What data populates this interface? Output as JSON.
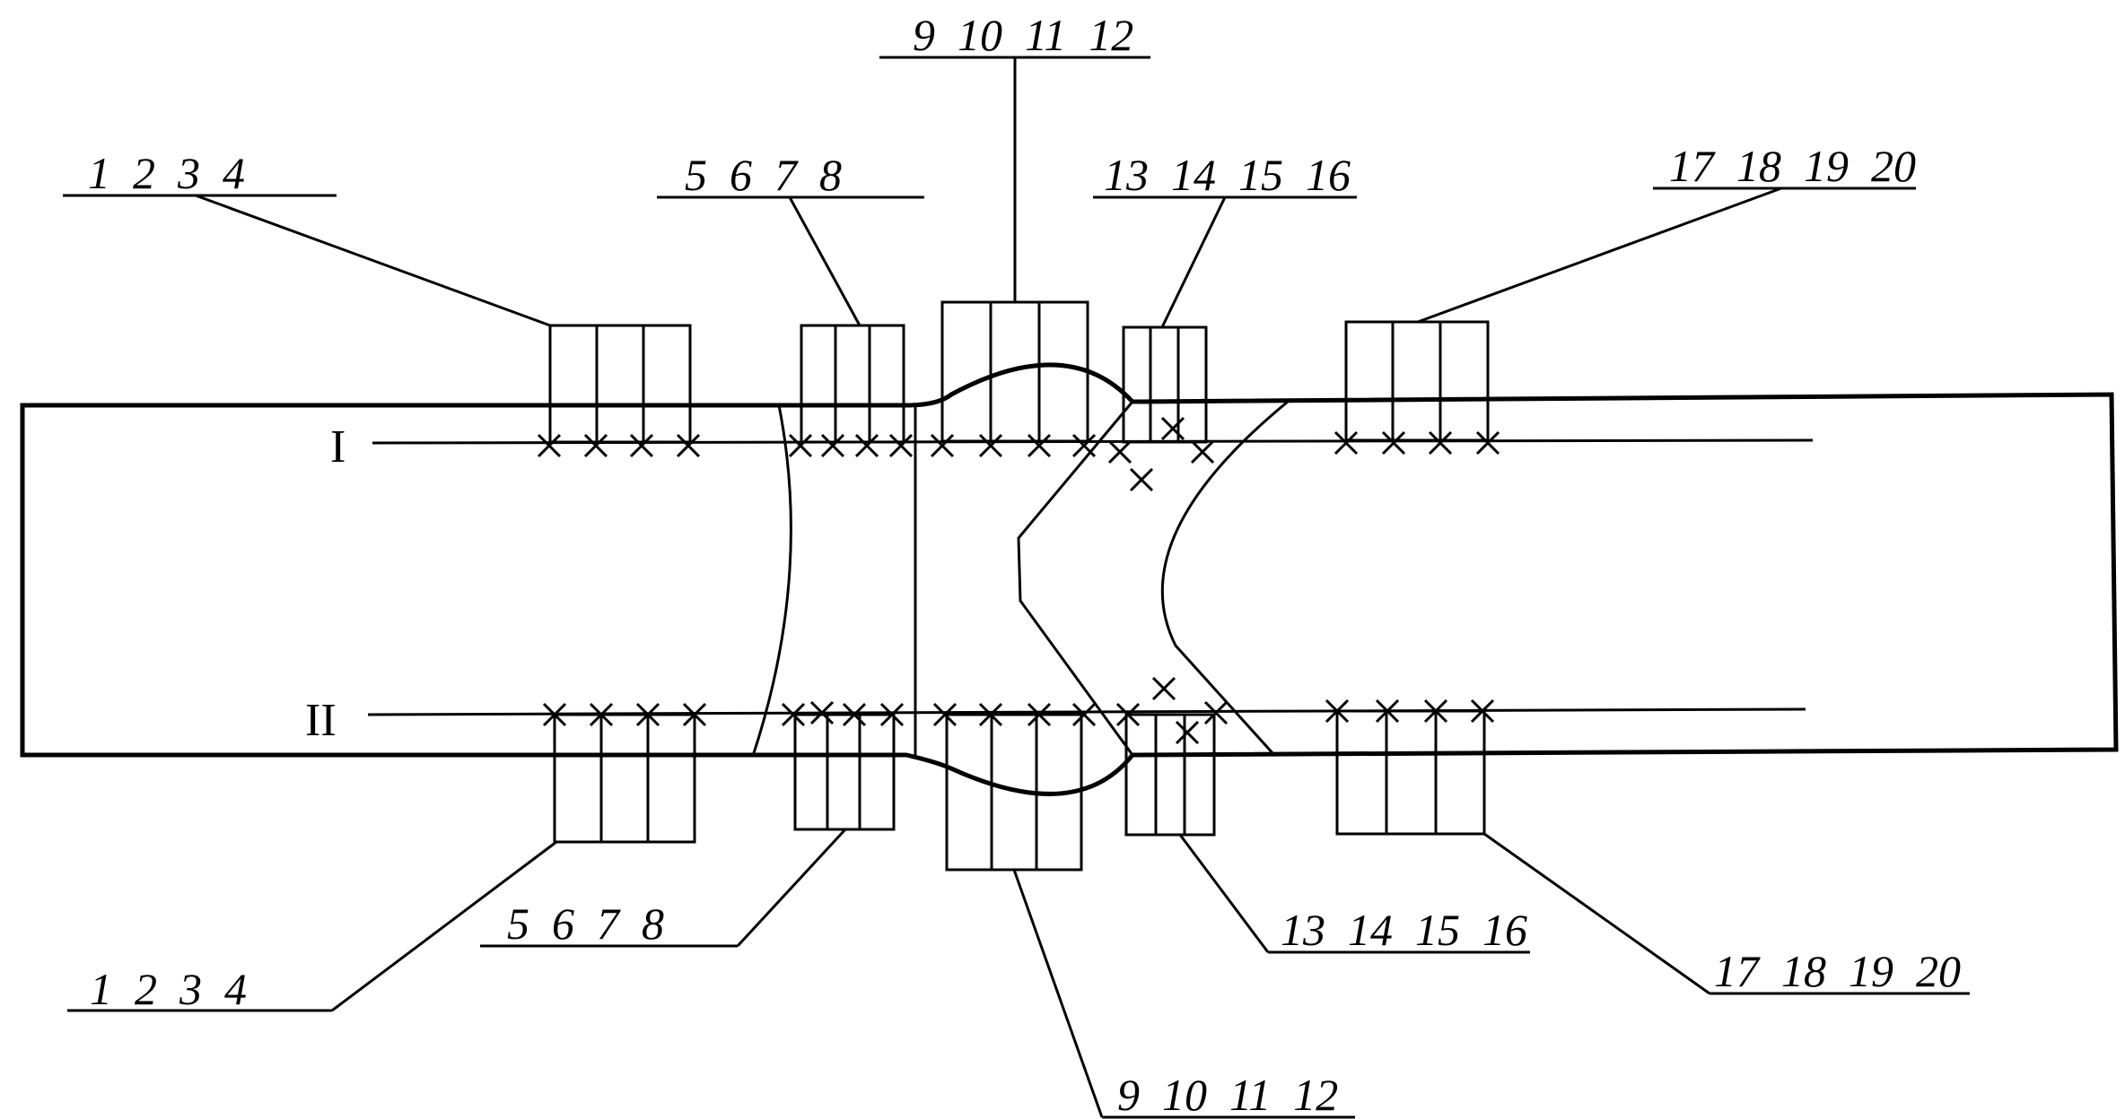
{
  "figure": {
    "lines": [
      {
        "id": "line-I",
        "label": "I"
      },
      {
        "id": "line-II",
        "label": "II"
      }
    ],
    "top_labels": [
      {
        "id": "group-1-4",
        "text": "1  2  3  4"
      },
      {
        "id": "group-5-8",
        "text": "5  6  7  8"
      },
      {
        "id": "group-9-12",
        "text": "9  10  11  12"
      },
      {
        "id": "group-13-16",
        "text": "13  14  15  16"
      },
      {
        "id": "group-17-20",
        "text": "17  18  19  20"
      }
    ],
    "bottom_labels": [
      {
        "id": "group-1-4",
        "text": "1  2  3  4"
      },
      {
        "id": "group-5-8",
        "text": "5  6  7  8"
      },
      {
        "id": "group-9-12",
        "text": "9  10  11  12"
      },
      {
        "id": "group-13-16",
        "text": "13  14  15  16"
      },
      {
        "id": "group-17-20",
        "text": "17  18  19  20"
      }
    ]
  }
}
